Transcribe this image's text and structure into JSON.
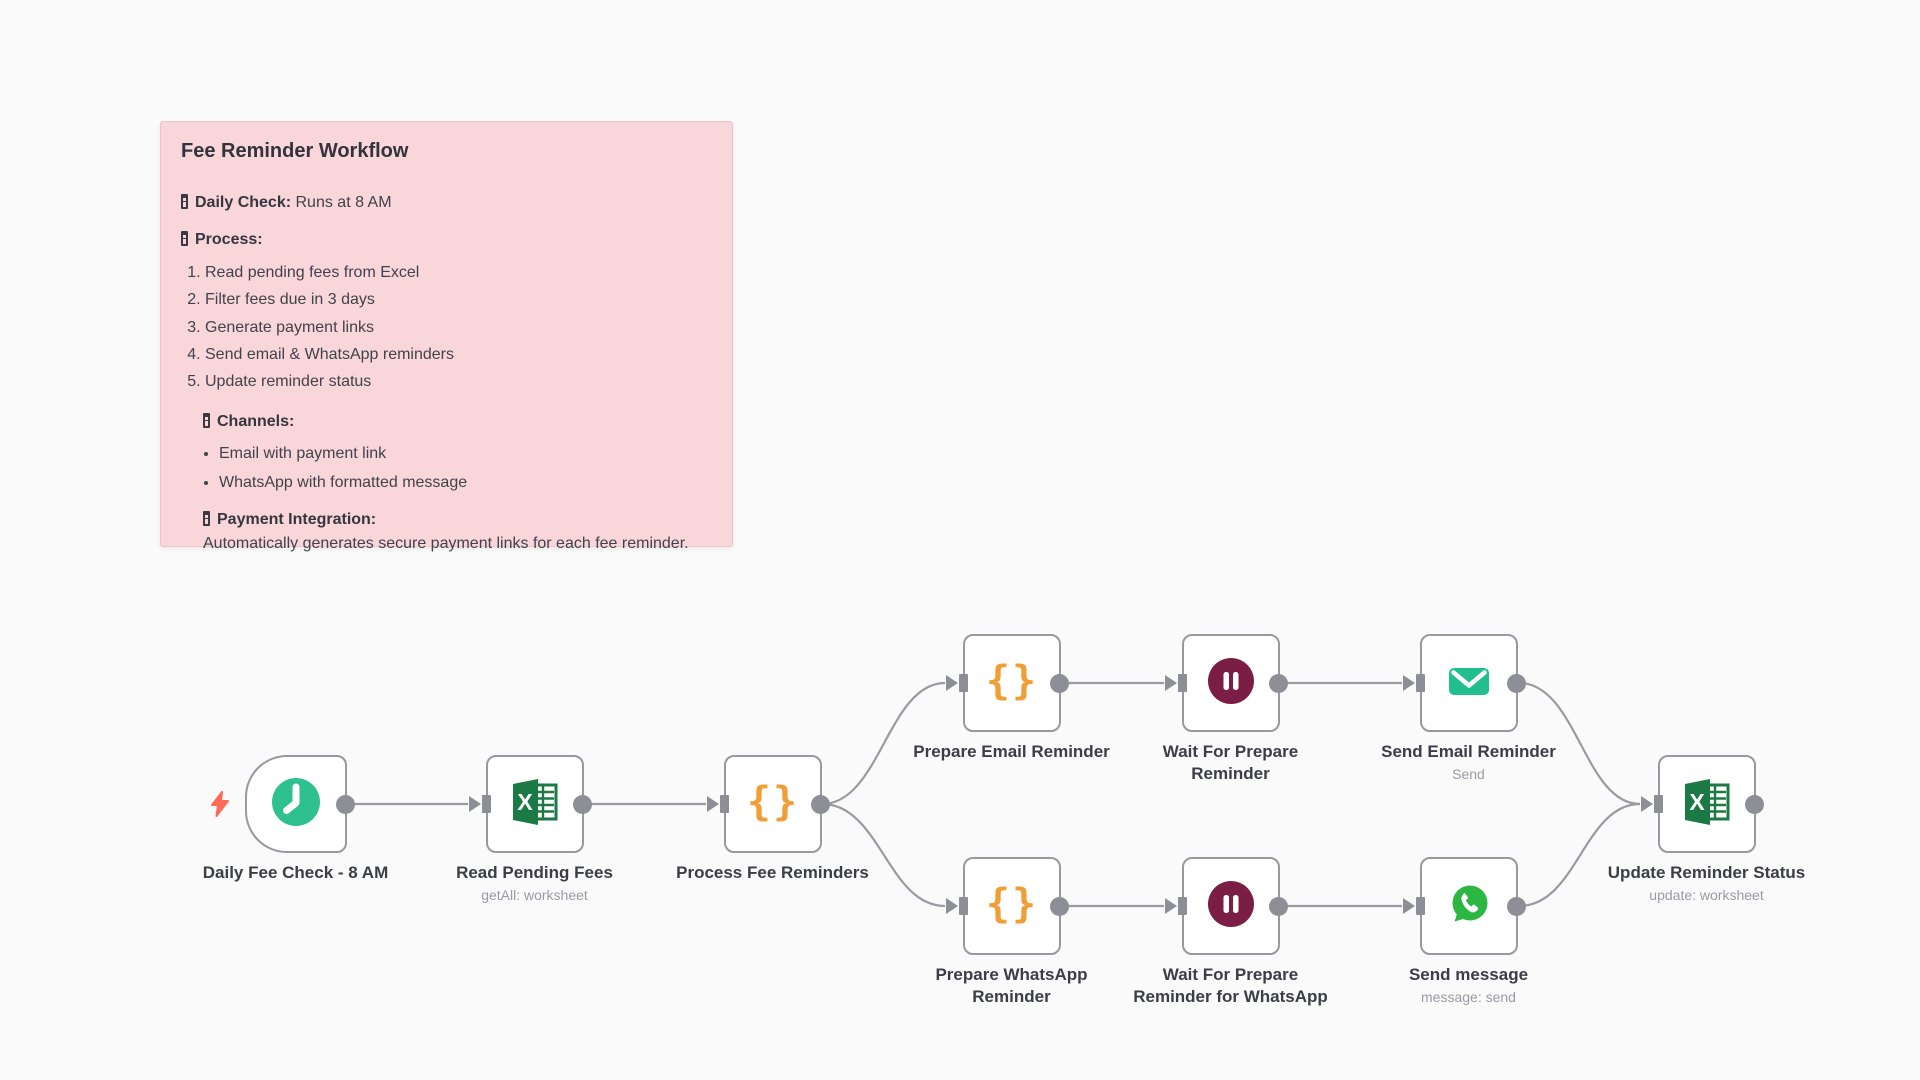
{
  "sticky_note": {
    "title": "Fee Reminder Workflow",
    "daily_check_label": "Daily Check:",
    "daily_check_text": "Runs at 8 AM",
    "process_label": "Process:",
    "process_steps": [
      "Read pending fees from Excel",
      "Filter fees due in 3 days",
      "Generate payment links",
      "Send email & WhatsApp reminders",
      "Update reminder status"
    ],
    "channels_label": "Channels:",
    "channels": [
      "Email with payment link",
      "WhatsApp with formatted message"
    ],
    "payment_label": "Payment Integration:",
    "payment_text": "Automatically generates secure payment links for each fee reminder."
  },
  "nodes": [
    {
      "id": "trigger",
      "label": "Daily Fee Check - 8 AM",
      "subtitle": "",
      "icon": "clock-icon",
      "type": "schedule-trigger"
    },
    {
      "id": "read_fees",
      "label": "Read Pending Fees",
      "subtitle": "getAll: worksheet",
      "icon": "excel-icon",
      "type": "excel"
    },
    {
      "id": "process",
      "label": "Process Fee Reminders",
      "subtitle": "",
      "icon": "code-braces-icon",
      "type": "code"
    },
    {
      "id": "prep_email",
      "label": "Prepare Email Reminder",
      "subtitle": "",
      "icon": "code-braces-icon",
      "type": "code"
    },
    {
      "id": "wait_email",
      "label": "Wait For Prepare Reminder",
      "subtitle": "",
      "icon": "pause-icon",
      "type": "wait"
    },
    {
      "id": "send_email",
      "label": "Send Email Reminder",
      "subtitle": "Send",
      "icon": "email-icon",
      "type": "email"
    },
    {
      "id": "prep_whatsapp",
      "label": "Prepare WhatsApp Reminder",
      "subtitle": "",
      "icon": "code-braces-icon",
      "type": "code"
    },
    {
      "id": "wait_whatsapp",
      "label": "Wait For Prepare Reminder for WhatsApp",
      "subtitle": "",
      "icon": "pause-icon",
      "type": "wait"
    },
    {
      "id": "send_message",
      "label": "Send message",
      "subtitle": "message: send",
      "icon": "whatsapp-icon",
      "type": "whatsapp"
    },
    {
      "id": "update_status",
      "label": "Update Reminder Status",
      "subtitle": "update: worksheet",
      "icon": "excel-icon",
      "type": "excel"
    }
  ],
  "connections": [
    {
      "from": "trigger",
      "to": "read_fees"
    },
    {
      "from": "read_fees",
      "to": "process"
    },
    {
      "from": "process",
      "to": "prep_email"
    },
    {
      "from": "process",
      "to": "prep_whatsapp"
    },
    {
      "from": "prep_email",
      "to": "wait_email"
    },
    {
      "from": "wait_email",
      "to": "send_email"
    },
    {
      "from": "send_email",
      "to": "update_status"
    },
    {
      "from": "prep_whatsapp",
      "to": "wait_whatsapp"
    },
    {
      "from": "wait_whatsapp",
      "to": "send_message"
    },
    {
      "from": "send_message",
      "to": "update_status"
    }
  ],
  "colors": {
    "canvas_bg": "#fafafa",
    "sticky_bg": "#f9d6da",
    "clock_teal": "#2ec08e",
    "excel_green": "#1b7a44",
    "code_orange": "#ef9f35",
    "wait_maroon": "#7b1e45",
    "email_teal": "#21bf8e",
    "whatsapp_green": "#2cb742",
    "bolt_coral": "#ff6b57",
    "connector_gray": "#8e8e96"
  }
}
